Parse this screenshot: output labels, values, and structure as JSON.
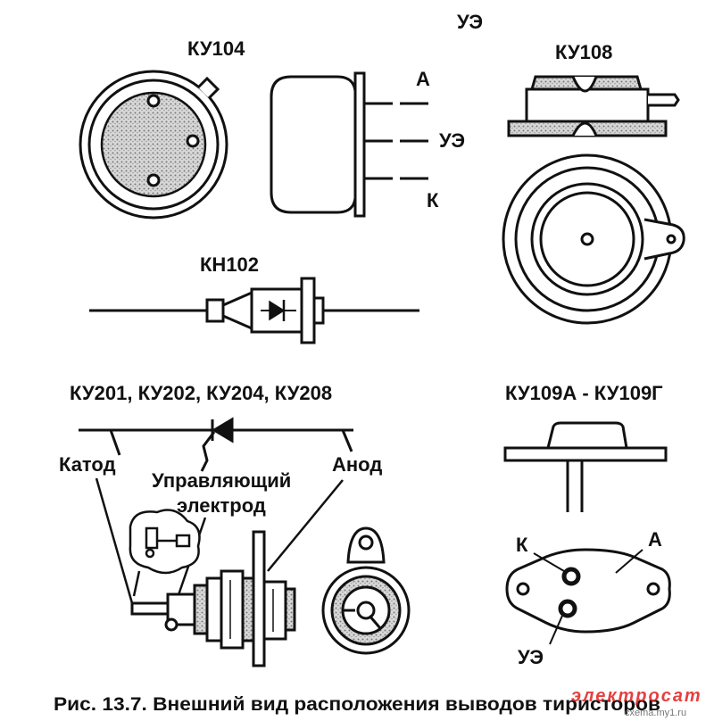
{
  "figure": {
    "caption": "Рис. 13.7. Внешний вид расположения выводов тиристоров",
    "watermark_text": "электросат",
    "watermark_site": "cxema.my1.ru"
  },
  "ky104": {
    "title": "КУ104",
    "pin_a": "А",
    "pin_gate": "УЭ",
    "pin_k": "К"
  },
  "ky108": {
    "title": "КУ108",
    "gate_label": "УЭ"
  },
  "kn102": {
    "title": "КН102"
  },
  "ky201": {
    "title": "КУ201, КУ202, КУ204, КУ208",
    "cathode": "Катод",
    "gate_line1": "Управляющий",
    "gate_line2": "электрод",
    "anode": "Анод"
  },
  "ky109": {
    "title": "КУ109А - КУ109Г",
    "pin_k": "К",
    "pin_a": "А",
    "pin_gate": "УЭ"
  },
  "colors": {
    "ink": "#111111",
    "shade": "#c8c8c8",
    "watermark": "#e02020"
  }
}
